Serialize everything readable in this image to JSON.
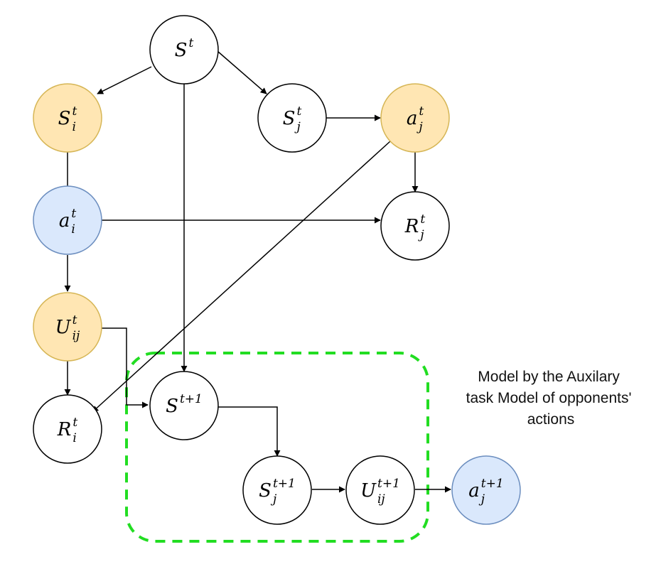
{
  "nodes": {
    "S_t": {
      "base": "S",
      "sup": "t",
      "sub": "",
      "fill": "#ffffff",
      "stroke": "#000000"
    },
    "S_i_t": {
      "base": "S",
      "sup": "t",
      "sub": "i",
      "fill": "#ffe6b3",
      "stroke": "#d6b656"
    },
    "S_j_t": {
      "base": "S",
      "sup": "t",
      "sub": "j",
      "fill": "#ffffff",
      "stroke": "#000000"
    },
    "a_j_t": {
      "base": "a",
      "sup": "t",
      "sub": "j",
      "fill": "#ffe6b3",
      "stroke": "#d6b656"
    },
    "a_i_t": {
      "base": "a",
      "sup": "t",
      "sub": "i",
      "fill": "#dae8fc",
      "stroke": "#6c8ebf"
    },
    "R_j_t": {
      "base": "R",
      "sup": "t",
      "sub": "j",
      "fill": "#ffffff",
      "stroke": "#000000"
    },
    "U_ij_t": {
      "base": "U",
      "sup": "t",
      "sub": "ij",
      "fill": "#ffe6b3",
      "stroke": "#d6b656"
    },
    "R_i_t": {
      "base": "R",
      "sup": "t",
      "sub": "i",
      "fill": "#ffffff",
      "stroke": "#000000"
    },
    "S_t1": {
      "base": "S",
      "sup": "t+1",
      "sub": "",
      "fill": "#ffffff",
      "stroke": "#000000"
    },
    "S_j_t1": {
      "base": "S",
      "sup": "t+1",
      "sub": "j",
      "fill": "#ffffff",
      "stroke": "#000000"
    },
    "U_ij_t1": {
      "base": "U",
      "sup": "t+1",
      "sub": "ij",
      "fill": "#ffffff",
      "stroke": "#000000"
    },
    "a_j_t1": {
      "base": "a",
      "sup": "t+1",
      "sub": "j",
      "fill": "#dae8fc",
      "stroke": "#6c8ebf"
    }
  },
  "group_box": {
    "stroke": "#22dd22",
    "annotation_lines": [
      "Model by the Auxilary",
      "task Model of opponents'",
      "actions"
    ]
  }
}
